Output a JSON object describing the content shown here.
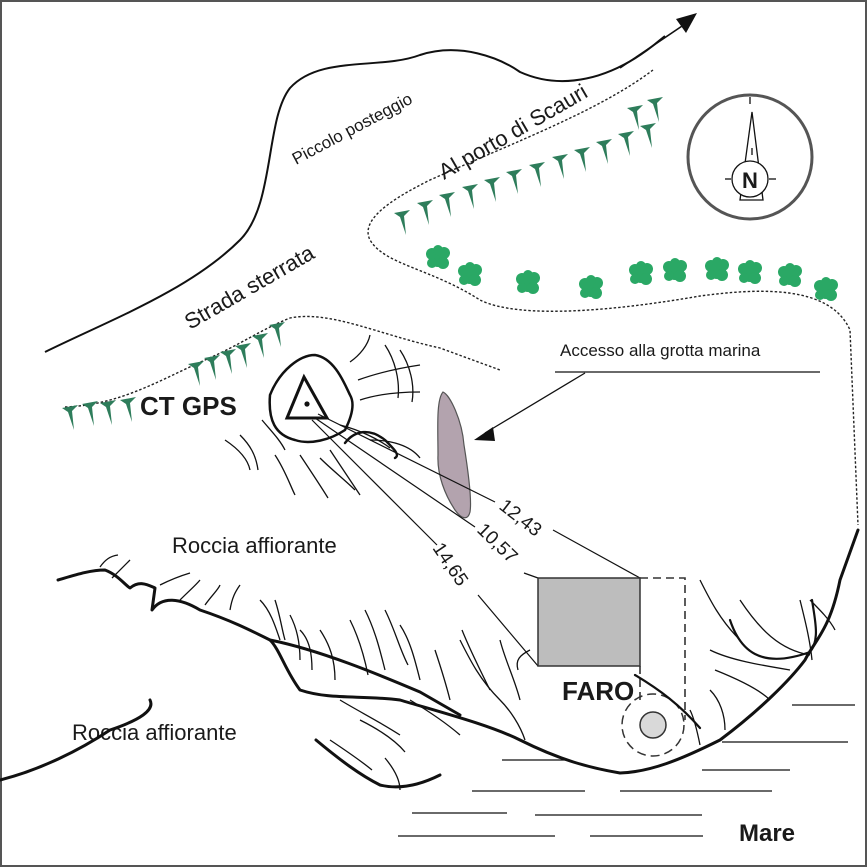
{
  "labels": {
    "parking": "Piccolo posteggio",
    "road": "Strada sterrata",
    "to_port": "Al porto di Scauri",
    "gps_point": "CT GPS",
    "cave_access": "Accesso alla grotta marina",
    "rock_1": "Roccia affiorante",
    "rock_2": "Roccia affiorante",
    "lighthouse": "FARO",
    "sea": "Mare",
    "north": "N"
  },
  "distances": [
    {
      "id": "d1",
      "value": "12,43"
    },
    {
      "id": "d2",
      "value": "10,57"
    },
    {
      "id": "d3",
      "value": "14,65"
    }
  ],
  "colors": {
    "tree": "#2e7d5b",
    "bush": "#2aa865",
    "cave_fill": "#b3a3ae",
    "lighthouse_fill": "#bdbdbd",
    "tower_fill": "#d9d9d9",
    "border": "#555555"
  },
  "symbols": {
    "compass": "north-arrow-icon",
    "gps": "triangle-survey-point-icon",
    "direction_arrow": "arrow-up-right-icon"
  }
}
